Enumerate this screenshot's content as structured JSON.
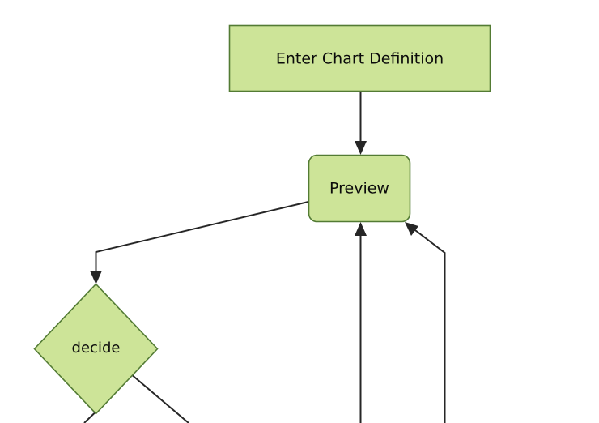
{
  "diagram": {
    "type": "flowchart",
    "background_color": "#ffffff",
    "node_fill_color": "#cde498",
    "node_stroke_color": "#537b34",
    "edge_color": "#262626",
    "text_color": "#0b0b0b",
    "nodes": [
      {
        "id": "enter",
        "label": "Enter Chart Definition",
        "shape": "rectangle"
      },
      {
        "id": "preview",
        "label": "Preview",
        "shape": "rounded-rectangle"
      },
      {
        "id": "decide",
        "label": "decide",
        "shape": "diamond"
      }
    ],
    "edges": [
      {
        "from": "enter",
        "to": "preview",
        "label": ""
      },
      {
        "from": "preview",
        "to": "decide",
        "label": ""
      },
      {
        "from": "offscreen-left",
        "to": "preview",
        "label": ""
      },
      {
        "from": "offscreen-right",
        "to": "preview",
        "label": ""
      },
      {
        "from": "decide",
        "to": "offscreen-bottom-left",
        "label": ""
      },
      {
        "from": "decide",
        "to": "offscreen-bottom-right",
        "label": ""
      }
    ]
  }
}
